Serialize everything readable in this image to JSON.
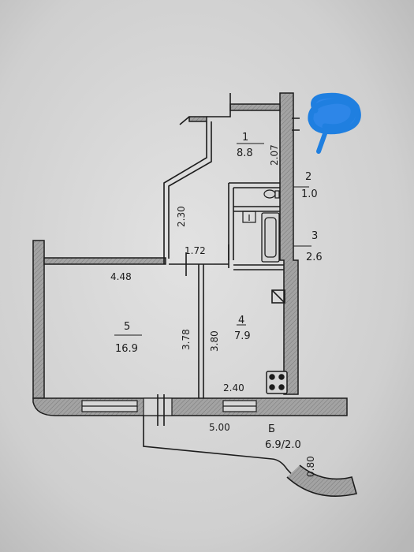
{
  "rooms": [
    {
      "number": "1",
      "area": "8.8"
    },
    {
      "number": "2",
      "area": "1.0"
    },
    {
      "number": "3",
      "area": "2.6"
    },
    {
      "number": "4",
      "area": "7.9"
    },
    {
      "number": "5",
      "area": "16.9"
    },
    {
      "number": "Б",
      "area": "6.9/2.0"
    }
  ],
  "dimensions": {
    "d_2_07": "2.07",
    "d_2_30": "2.30",
    "d_1_72": "1.72",
    "d_4_48": "4.48",
    "d_3_78": "3.78",
    "d_3_80": "3.80",
    "d_2_40": "2.40",
    "d_5_00": "5.00",
    "d_0_80": "0.80"
  },
  "colors": {
    "background": "#bcbcbc",
    "paper": "#d8d8d8",
    "wall_fill": "#9a9a9a",
    "ink": "#1c1c1c",
    "scribble": "#1f7fe0"
  }
}
